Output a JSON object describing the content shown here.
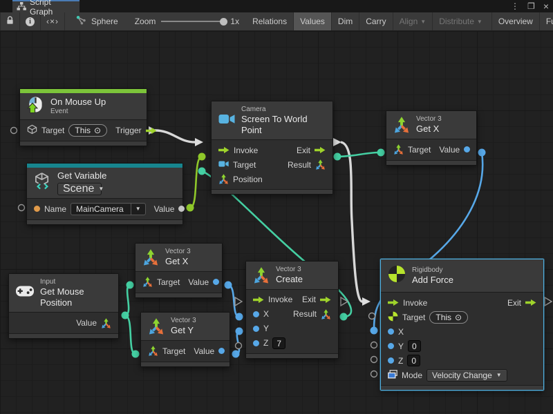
{
  "tab": {
    "title": "Script Graph"
  },
  "window_controls": {
    "menu": "⋮",
    "maximize": "❐",
    "close": "×"
  },
  "ui": {
    "dropdown_arrow": "▼",
    "target_picker": "⊙"
  },
  "toolbar": {
    "code_view": "‹×›",
    "graph_name": "Sphere",
    "zoom_label": "Zoom",
    "zoom_value": "1x",
    "relations": "Relations",
    "values": "Values",
    "dim": "Dim",
    "carry": "Carry",
    "align": "Align",
    "distribute": "Distribute",
    "overview": "Overview",
    "full_screen": "Full Screen"
  },
  "nodes": {
    "on_mouse_up": {
      "title": "On Mouse Up",
      "subtitle": "Event",
      "target_label": "Target",
      "target_value": "This",
      "trigger_label": "Trigger"
    },
    "get_variable": {
      "title": "Get Variable",
      "scope": "Scene",
      "name_label": "Name",
      "name_value": "MainCamera",
      "value_label": "Value"
    },
    "screen_to_world": {
      "category": "Camera",
      "title": "Screen To World Point",
      "invoke": "Invoke",
      "exit": "Exit",
      "target": "Target",
      "result": "Result",
      "position": "Position"
    },
    "get_x_top": {
      "category": "Vector 3",
      "title": "Get X",
      "target": "Target",
      "value": "Value"
    },
    "get_x_mid": {
      "category": "Vector 3",
      "title": "Get X",
      "target": "Target",
      "value": "Value"
    },
    "get_y": {
      "category": "Vector 3",
      "title": "Get Y",
      "target": "Target",
      "value": "Value"
    },
    "get_mouse_position": {
      "category": "Input",
      "title": "Get Mouse Position",
      "value": "Value"
    },
    "create": {
      "category": "Vector 3",
      "title": "Create",
      "invoke": "Invoke",
      "exit": "Exit",
      "x": "X",
      "y": "Y",
      "z": "Z",
      "z_value": "7",
      "result": "Result"
    },
    "add_force": {
      "category": "Rigidbody",
      "title": "Add Force",
      "invoke": "Invoke",
      "exit": "Exit",
      "target": "Target",
      "target_value": "This",
      "x": "X",
      "y": "Y",
      "y_value": "0",
      "z": "Z",
      "z_value": "0",
      "mode_label": "Mode",
      "mode_value": "Velocity Change"
    }
  },
  "colors": {
    "event_bar": "#7cc43a",
    "variable_bar": "#17858e",
    "selection": "#4fb0e0",
    "flow_green": "#9fd32b",
    "wire_white": "#d8d8d8",
    "wire_teal": "#45d0a3",
    "wire_blue": "#57a8e8",
    "wire_green": "#8fc82a",
    "port_orange": "#e09a4a"
  }
}
